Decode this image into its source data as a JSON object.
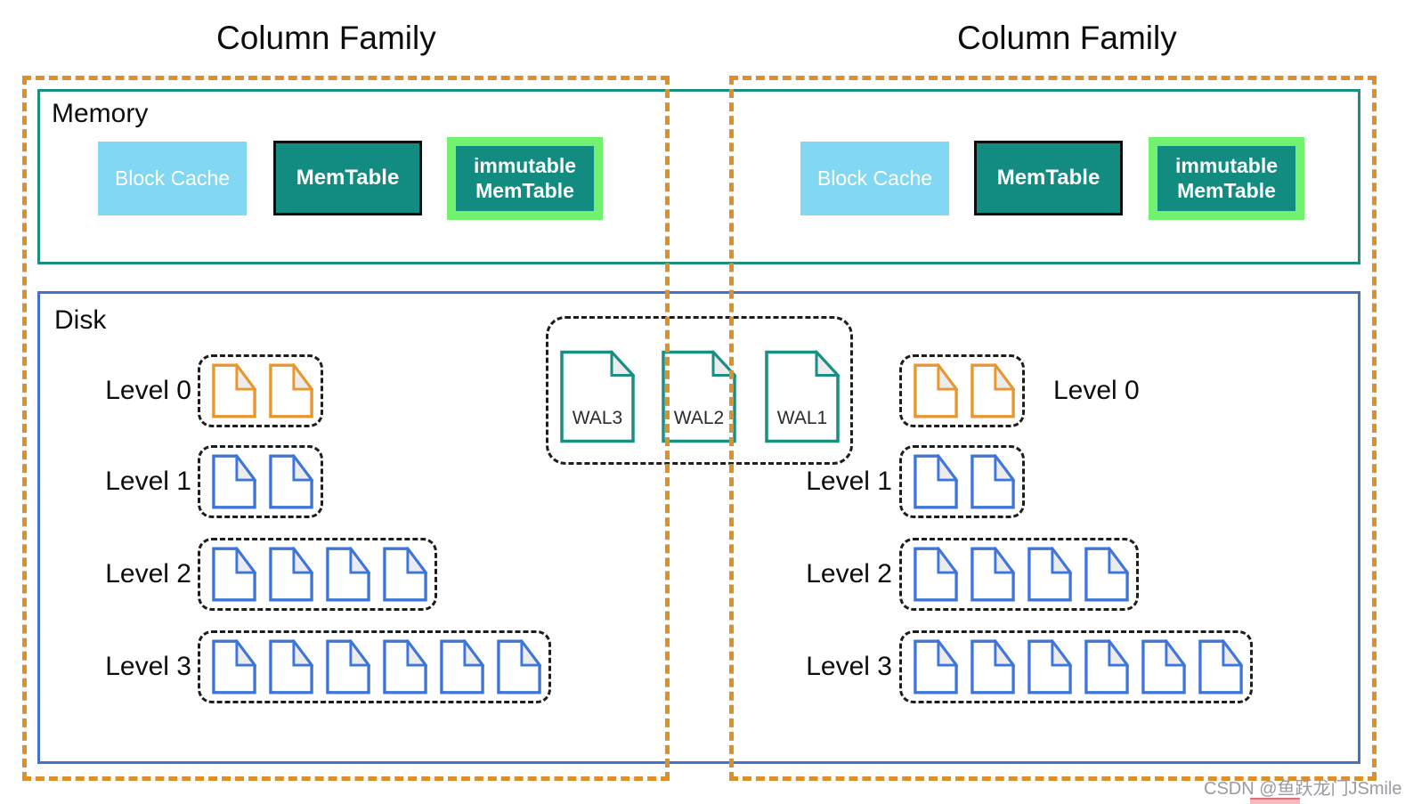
{
  "diagram": {
    "memory_label": "Memory",
    "disk_label": "Disk",
    "column_families": [
      {
        "title": "Column Family",
        "memory": {
          "block_cache": "Block Cache",
          "memtable": "MemTable",
          "immutable_memtable": "immutable MemTable"
        },
        "levels": [
          {
            "label": "Level 0",
            "file_count": 2,
            "file_color": "orange"
          },
          {
            "label": "Level 1",
            "file_count": 2,
            "file_color": "blue"
          },
          {
            "label": "Level 2",
            "file_count": 4,
            "file_color": "blue"
          },
          {
            "label": "Level 3",
            "file_count": 6,
            "file_color": "blue"
          }
        ]
      },
      {
        "title": "Column Family",
        "memory": {
          "block_cache": "Block Cache",
          "memtable": "MemTable",
          "immutable_memtable": "immutable MemTable"
        },
        "levels": [
          {
            "label": "Level 0",
            "file_count": 2,
            "file_color": "orange"
          },
          {
            "label": "Level 1",
            "file_count": 2,
            "file_color": "blue"
          },
          {
            "label": "Level 2",
            "file_count": 4,
            "file_color": "blue"
          },
          {
            "label": "Level 3",
            "file_count": 6,
            "file_color": "blue"
          }
        ]
      }
    ],
    "wal": {
      "files": [
        {
          "label": "WAL3"
        },
        {
          "label": "WAL2"
        },
        {
          "label": "WAL1"
        }
      ]
    },
    "watermark": "CSDN @鱼跃龙门JSmile",
    "colors": {
      "teal": "#128b80",
      "memory_border": "#1b8e82",
      "disk_border": "#4472c9",
      "cf_dash_orange": "#dd8f2b",
      "sst_blue": "#3d75da",
      "sst_orange": "#e8962e",
      "block_cache_blue": "#82d7f3",
      "immutable_green": "#70f170",
      "fold_gray": "#ececef"
    }
  }
}
